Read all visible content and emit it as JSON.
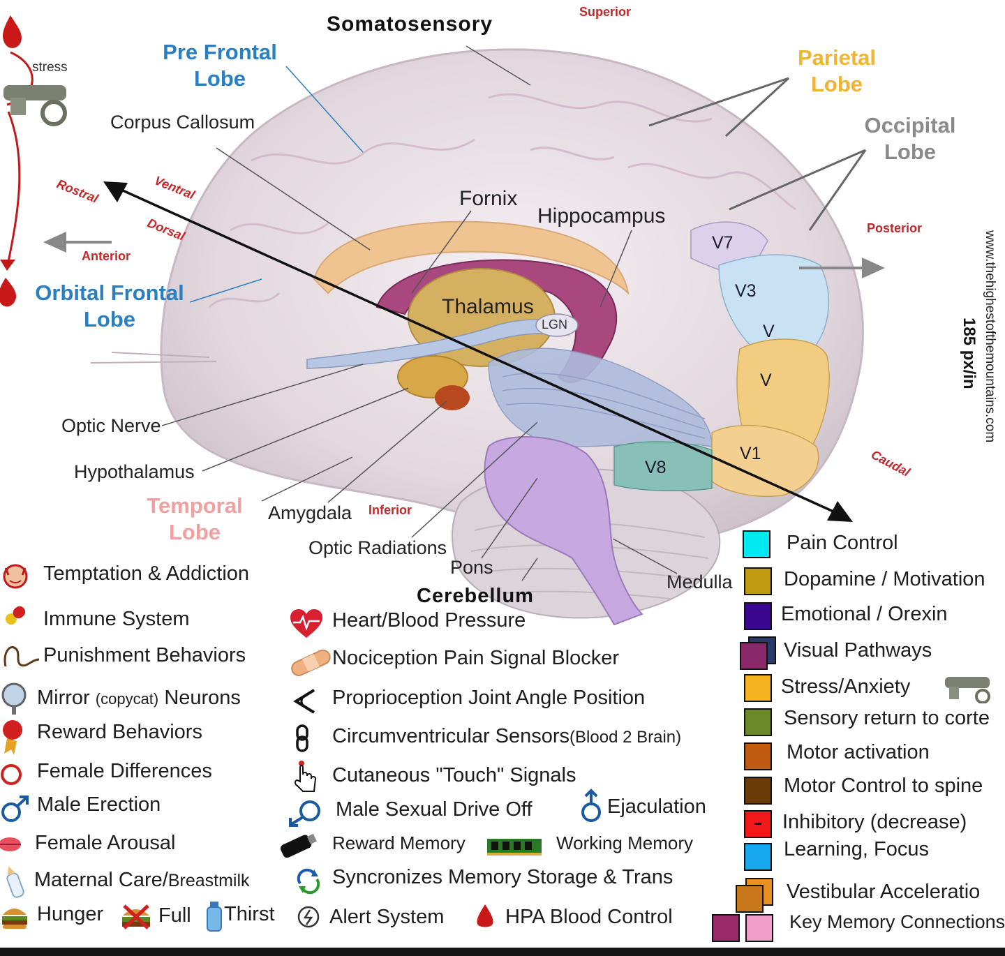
{
  "labels": {
    "somatosensory": "Somatosensory",
    "superior": "Superior",
    "pre_frontal": "Pre Frontal\nLobe",
    "parietal": "Parietal\nLobe",
    "occipital": "Occipital\nLobe",
    "corpus_callosum": "Corpus Callosum",
    "fornix": "Fornix",
    "hippocampus": "Hippocampus",
    "rostral": "Rostral",
    "ventral": "Ventral",
    "dorsal": "Dorsal",
    "anterior": "Anterior",
    "posterior": "Posterior",
    "orbital_frontal": "Orbital Frontal\nLobe",
    "thalamus": "Thalamus",
    "lgn": "LGN",
    "v7": "V7",
    "v3": "V3",
    "v_a": "V",
    "v_b": "V",
    "v1": "V1",
    "v8": "V8",
    "optic_nerve": "Optic Nerve",
    "hypothalamus": "Hypothalamus",
    "temporal": "Temporal\nLobe",
    "amygdala": "Amygdala",
    "inferior": "Inferior",
    "caudal": "Caudal",
    "optic_radiations": "Optic Radiations",
    "pons": "Pons",
    "medulla": "Medulla",
    "cerebellum": "Cerebellum",
    "stress": "stress",
    "website": "www.thehighestofthemountains.com",
    "scale": "185 px/in"
  },
  "colors": {
    "pre_frontal": "#2a7fc0",
    "orbital_frontal": "#2a7fc0",
    "parietal": "#f0b432",
    "occipital": "#8a8a8a",
    "temporal": "#f0a0a0",
    "direction": "#c0282a"
  },
  "legend_left": [
    {
      "icon": "devil-face-icon",
      "label": "Temptation & Addiction"
    },
    {
      "icon": "pill-capsule-icon",
      "label": "Immune System"
    },
    {
      "icon": "whip-icon",
      "label": "Punishment Behaviors"
    },
    {
      "icon": "mirror-icon",
      "label_main": "Mirror",
      "label_small": "(copycat)",
      "label_end": "Neurons"
    },
    {
      "icon": "award-ribbon-icon",
      "label": "Reward Behaviors"
    },
    {
      "icon": "female-symbol-icon",
      "label": "Female Differences"
    },
    {
      "icon": "male-symbol-icon",
      "label": "Male Erection"
    },
    {
      "icon": "lips-icon",
      "label": "Female Arousal"
    },
    {
      "icon": "baby-bottle-icon",
      "label_main": "Maternal Care/",
      "label_small": "Breastmilk"
    },
    {
      "icon": "burger-icon",
      "label": "Hunger",
      "label2": "Full",
      "label3": "Thirst"
    }
  ],
  "legend_mid": [
    {
      "icon": "heart-beat-icon",
      "label": "Heart/Blood Pressure"
    },
    {
      "icon": "bandage-icon",
      "label": "Nociception Pain Signal Blocker"
    },
    {
      "icon": "angle-icon",
      "label": "Proprioception Joint Angle Position"
    },
    {
      "icon": "chain-link-icon",
      "label_main": "Circumventricular Sensors",
      "label_small": "(Blood 2 Brain)"
    },
    {
      "icon": "pointing-hand-icon",
      "label": "Cutaneous \"Touch\" Signals"
    },
    {
      "icon": "male-off-icon",
      "label": "Male Sexual Drive Off",
      "label2": "Ejaculation"
    },
    {
      "icon": "usb-drive-icon",
      "label": "Reward Memory",
      "label2": "Working Memory"
    },
    {
      "icon": "sync-icon",
      "label": "Syncronizes Memory Storage & Trans"
    },
    {
      "icon": "power-icon",
      "label": "Alert System",
      "label2": "HPA Blood Control"
    }
  ],
  "legend_right": [
    {
      "color": "#00e8f0",
      "label": "Pain Control"
    },
    {
      "color": "#c09a10",
      "label": "Dopamine / Motivation"
    },
    {
      "color": "#3a0890",
      "label": "Emotional / Orexin"
    },
    {
      "color": "#8a2a6a",
      "label": "Visual Pathways"
    },
    {
      "color": "#f5b420",
      "label": "Stress/Anxiety"
    },
    {
      "color": "#6a8a2a",
      "label": "Sensory return to corte"
    },
    {
      "color": "#c05a10",
      "label": "Motor activation"
    },
    {
      "color": "#6a3a08",
      "label": "Motor Control to spine"
    },
    {
      "color": "#f01818",
      "label": "Inhibitory (decrease)"
    },
    {
      "color": "#18a8f0",
      "label": "Learning, Focus"
    },
    {
      "color": "#e89020",
      "label": "Vestibular Acceleratio"
    },
    {
      "color": "#f0a0c8",
      "label": "Key Memory Connections"
    }
  ]
}
